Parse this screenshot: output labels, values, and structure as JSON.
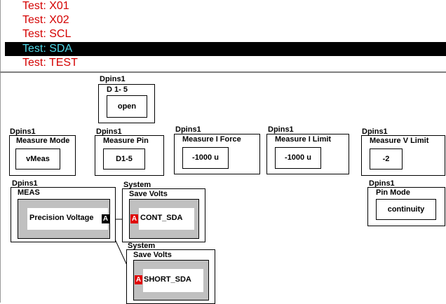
{
  "test_list": {
    "items": [
      {
        "label": "Test: X01",
        "selected": false
      },
      {
        "label": "Test: X02",
        "selected": false
      },
      {
        "label": "Test: SCL",
        "selected": false
      },
      {
        "label": "Test: SDA",
        "selected": true
      },
      {
        "label": "Test: TEST",
        "selected": false
      }
    ]
  },
  "diagram": {
    "pins_setup": {
      "category": "Dpins1",
      "title": "D 1- 5",
      "value": "open"
    },
    "measure_mode": {
      "category": "Dpins1",
      "title": "Measure Mode",
      "value": "vMeas"
    },
    "measure_pin": {
      "category": "Dpins1",
      "title": "Measure Pin",
      "value": "D1-5"
    },
    "measure_i_force": {
      "category": "Dpins1",
      "title": "Measure I Force",
      "value": "-1000 u"
    },
    "measure_i_limit": {
      "category": "Dpins1",
      "title": "Measure I Limit",
      "value": "-1000 u"
    },
    "measure_v_limit": {
      "category": "Dpins1",
      "title": "Measure V Limit",
      "value": "-2"
    },
    "pin_mode": {
      "category": "Dpins1",
      "title": "Pin Mode",
      "value": "continuity"
    },
    "meas": {
      "category": "Dpins1",
      "title": "MEAS",
      "value": "Precision Voltage",
      "port": "A"
    },
    "save_cont": {
      "category": "System",
      "title": "Save  Volts",
      "value": "CONT_SDA",
      "port": "A"
    },
    "save_short": {
      "category": "System",
      "title": "Save  Volts",
      "value": "SHORT_SDA",
      "port": "A"
    }
  },
  "colors": {
    "list_text": "#d40000",
    "selected_bg": "#000000",
    "selected_text": "#4fd8e8",
    "port_red": "#e00000",
    "panel_gray": "#c0c0c0"
  }
}
